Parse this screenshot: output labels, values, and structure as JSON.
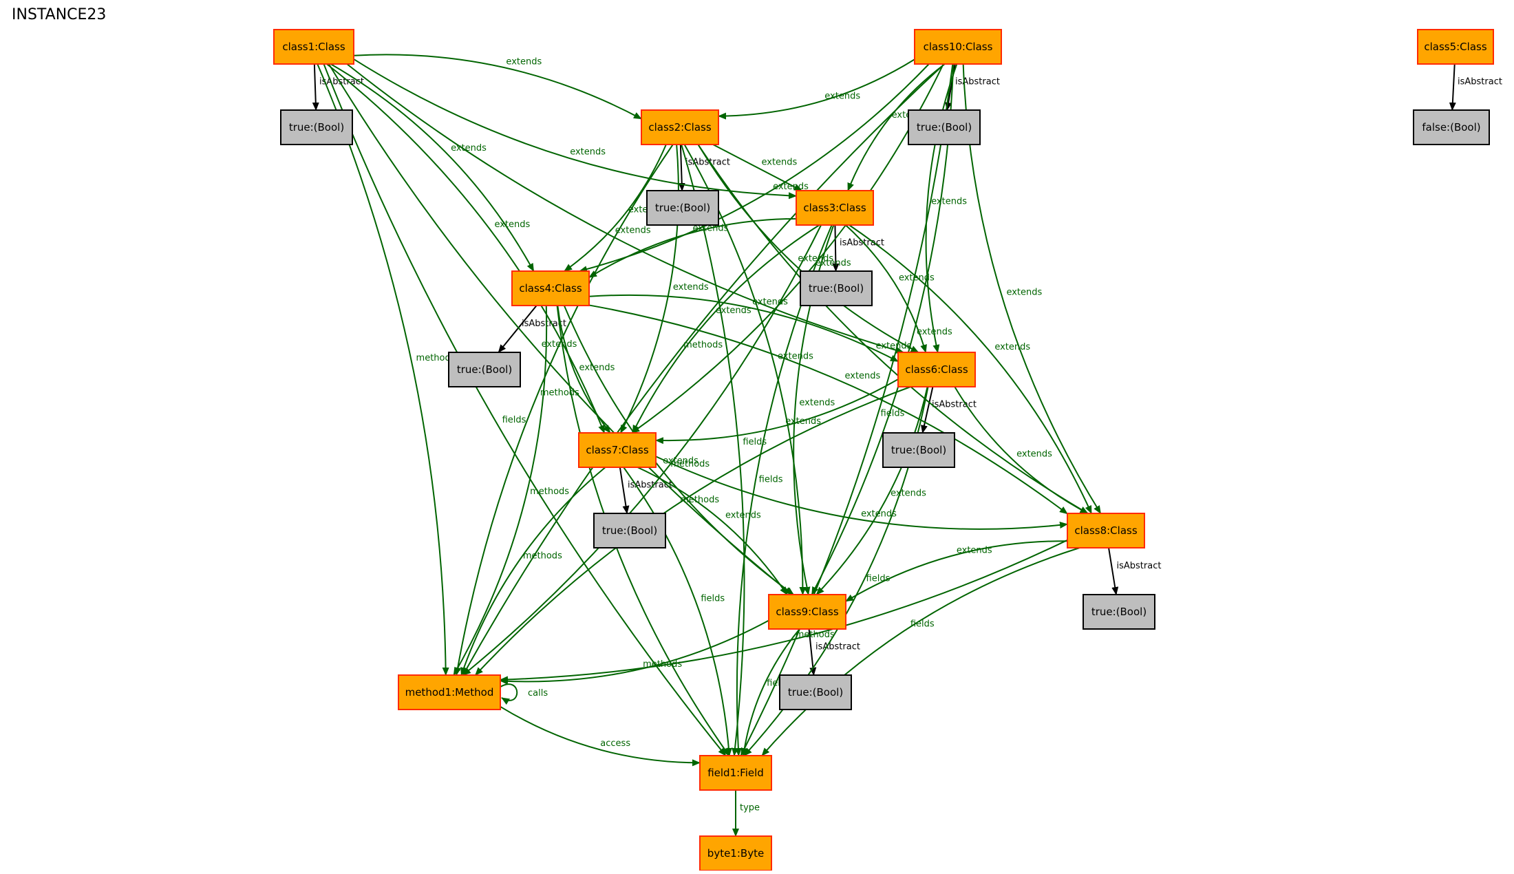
{
  "title": "INSTANCE23",
  "colors": {
    "class_fill": "#ffa500",
    "class_stroke": "#ff2a00",
    "bool_fill": "#bebebe",
    "bool_stroke": "#000000",
    "edge_green": "#006400",
    "edge_black": "#000000"
  },
  "nodes": [
    {
      "id": "class1",
      "label": "class1:Class",
      "kind": "class"
    },
    {
      "id": "class10",
      "label": "class10:Class",
      "kind": "class"
    },
    {
      "id": "class5",
      "label": "class5:Class",
      "kind": "class"
    },
    {
      "id": "b1",
      "label": "true:(Bool)",
      "kind": "bool"
    },
    {
      "id": "b10",
      "label": "true:(Bool)",
      "kind": "bool"
    },
    {
      "id": "b5",
      "label": "false:(Bool)",
      "kind": "bool"
    },
    {
      "id": "class2",
      "label": "class2:Class",
      "kind": "class"
    },
    {
      "id": "b2",
      "label": "true:(Bool)",
      "kind": "bool"
    },
    {
      "id": "class3",
      "label": "class3:Class",
      "kind": "class"
    },
    {
      "id": "b3",
      "label": "true:(Bool)",
      "kind": "bool"
    },
    {
      "id": "class4",
      "label": "class4:Class",
      "kind": "class"
    },
    {
      "id": "b4",
      "label": "true:(Bool)",
      "kind": "bool"
    },
    {
      "id": "class6",
      "label": "class6:Class",
      "kind": "class"
    },
    {
      "id": "b6",
      "label": "true:(Bool)",
      "kind": "bool"
    },
    {
      "id": "class7",
      "label": "class7:Class",
      "kind": "class"
    },
    {
      "id": "b7",
      "label": "true:(Bool)",
      "kind": "bool"
    },
    {
      "id": "class8",
      "label": "class8:Class",
      "kind": "class"
    },
    {
      "id": "b8",
      "label": "true:(Bool)",
      "kind": "bool"
    },
    {
      "id": "class9",
      "label": "class9:Class",
      "kind": "class"
    },
    {
      "id": "b9",
      "label": "true:(Bool)",
      "kind": "bool"
    },
    {
      "id": "method1",
      "label": "method1:Method",
      "kind": "class"
    },
    {
      "id": "field1",
      "label": "field1:Field",
      "kind": "class"
    },
    {
      "id": "byte1",
      "label": "byte1:Byte",
      "kind": "class"
    }
  ],
  "edges": [
    {
      "from": "class1",
      "to": "b1",
      "label": "isAbstract",
      "color": "black"
    },
    {
      "from": "class10",
      "to": "b10",
      "label": "isAbstract",
      "color": "black"
    },
    {
      "from": "class5",
      "to": "b5",
      "label": "isAbstract",
      "color": "black"
    },
    {
      "from": "class2",
      "to": "b2",
      "label": "isAbstract",
      "color": "black"
    },
    {
      "from": "class3",
      "to": "b3",
      "label": "isAbstract",
      "color": "black"
    },
    {
      "from": "class4",
      "to": "b4",
      "label": "isAbstract",
      "color": "black"
    },
    {
      "from": "class6",
      "to": "b6",
      "label": "isAbstract",
      "color": "black"
    },
    {
      "from": "class7",
      "to": "b7",
      "label": "isAbstract",
      "color": "black"
    },
    {
      "from": "class8",
      "to": "b8",
      "label": "isAbstract",
      "color": "black"
    },
    {
      "from": "class9",
      "to": "b9",
      "label": "isAbstract",
      "color": "black"
    },
    {
      "from": "class1",
      "to": "class2",
      "label": "extends",
      "color": "green"
    },
    {
      "from": "class1",
      "to": "class3",
      "label": "extends",
      "color": "green"
    },
    {
      "from": "class1",
      "to": "class4",
      "label": "extends",
      "color": "green"
    },
    {
      "from": "class1",
      "to": "class6",
      "label": "extends",
      "color": "green"
    },
    {
      "from": "class1",
      "to": "class7",
      "label": "extends",
      "color": "green"
    },
    {
      "from": "class1",
      "to": "class9",
      "label": "extends",
      "color": "green"
    },
    {
      "from": "class1",
      "to": "method1",
      "label": "methods",
      "color": "green"
    },
    {
      "from": "class1",
      "to": "field1",
      "label": "fields",
      "color": "green"
    },
    {
      "from": "class10",
      "to": "class2",
      "label": "extends",
      "color": "green"
    },
    {
      "from": "class10",
      "to": "class3",
      "label": "extends",
      "color": "green"
    },
    {
      "from": "class10",
      "to": "class4",
      "label": "extends",
      "color": "green"
    },
    {
      "from": "class10",
      "to": "class6",
      "label": "extends",
      "color": "green"
    },
    {
      "from": "class10",
      "to": "class7",
      "label": "extends",
      "color": "green"
    },
    {
      "from": "class10",
      "to": "class8",
      "label": "extends",
      "color": "green"
    },
    {
      "from": "class10",
      "to": "class9",
      "label": "extends",
      "color": "green"
    },
    {
      "from": "class10",
      "to": "method1",
      "label": "methods",
      "color": "green"
    },
    {
      "from": "class10",
      "to": "field1",
      "label": "fields",
      "color": "green"
    },
    {
      "from": "class2",
      "to": "class3",
      "label": "extends",
      "color": "green"
    },
    {
      "from": "class2",
      "to": "class4",
      "label": "extends",
      "color": "green"
    },
    {
      "from": "class2",
      "to": "class6",
      "label": "extends",
      "color": "green"
    },
    {
      "from": "class2",
      "to": "class7",
      "label": "extends",
      "color": "green"
    },
    {
      "from": "class2",
      "to": "class8",
      "label": "extends",
      "color": "green"
    },
    {
      "from": "class2",
      "to": "class9",
      "label": "extends",
      "color": "green"
    },
    {
      "from": "class2",
      "to": "method1",
      "label": "methods",
      "color": "green"
    },
    {
      "from": "class2",
      "to": "field1",
      "label": "fields",
      "color": "green"
    },
    {
      "from": "class3",
      "to": "class4",
      "label": "extends",
      "color": "green"
    },
    {
      "from": "class3",
      "to": "class6",
      "label": "extends",
      "color": "green"
    },
    {
      "from": "class3",
      "to": "class7",
      "label": "extends",
      "color": "green"
    },
    {
      "from": "class3",
      "to": "class8",
      "label": "extends",
      "color": "green"
    },
    {
      "from": "class3",
      "to": "class9",
      "label": "extends",
      "color": "green"
    },
    {
      "from": "class3",
      "to": "method1",
      "label": "methods",
      "color": "green"
    },
    {
      "from": "class3",
      "to": "field1",
      "label": "fields",
      "color": "green"
    },
    {
      "from": "class4",
      "to": "class6",
      "label": "extends",
      "color": "green"
    },
    {
      "from": "class4",
      "to": "class7",
      "label": "extends",
      "color": "green"
    },
    {
      "from": "class4",
      "to": "class8",
      "label": "extends",
      "color": "green"
    },
    {
      "from": "class4",
      "to": "class9",
      "label": "extends",
      "color": "green"
    },
    {
      "from": "class4",
      "to": "method1",
      "label": "methods",
      "color": "green"
    },
    {
      "from": "class4",
      "to": "field1",
      "label": "fields",
      "color": "green"
    },
    {
      "from": "class6",
      "to": "class7",
      "label": "extends",
      "color": "green"
    },
    {
      "from": "class6",
      "to": "class8",
      "label": "extends",
      "color": "green"
    },
    {
      "from": "class6",
      "to": "class9",
      "label": "extends",
      "color": "green"
    },
    {
      "from": "class6",
      "to": "method1",
      "label": "methods",
      "color": "green"
    },
    {
      "from": "class6",
      "to": "field1",
      "label": "fields",
      "color": "green"
    },
    {
      "from": "class7",
      "to": "class8",
      "label": "extends",
      "color": "green"
    },
    {
      "from": "class7",
      "to": "class9",
      "label": "extends",
      "color": "green"
    },
    {
      "from": "class7",
      "to": "method1",
      "label": "methods",
      "color": "green"
    },
    {
      "from": "class7",
      "to": "field1",
      "label": "fields",
      "color": "green"
    },
    {
      "from": "class8",
      "to": "class9",
      "label": "extends",
      "color": "green"
    },
    {
      "from": "class8",
      "to": "method1",
      "label": "methods",
      "color": "green"
    },
    {
      "from": "class8",
      "to": "field1",
      "label": "fields",
      "color": "green"
    },
    {
      "from": "class9",
      "to": "method1",
      "label": "methods",
      "color": "green"
    },
    {
      "from": "class9",
      "to": "field1",
      "label": "fields",
      "color": "green"
    },
    {
      "from": "method1",
      "to": "method1",
      "label": "calls",
      "color": "green"
    },
    {
      "from": "method1",
      "to": "field1",
      "label": "access",
      "color": "green"
    },
    {
      "from": "field1",
      "to": "byte1",
      "label": "type",
      "color": "green"
    }
  ]
}
